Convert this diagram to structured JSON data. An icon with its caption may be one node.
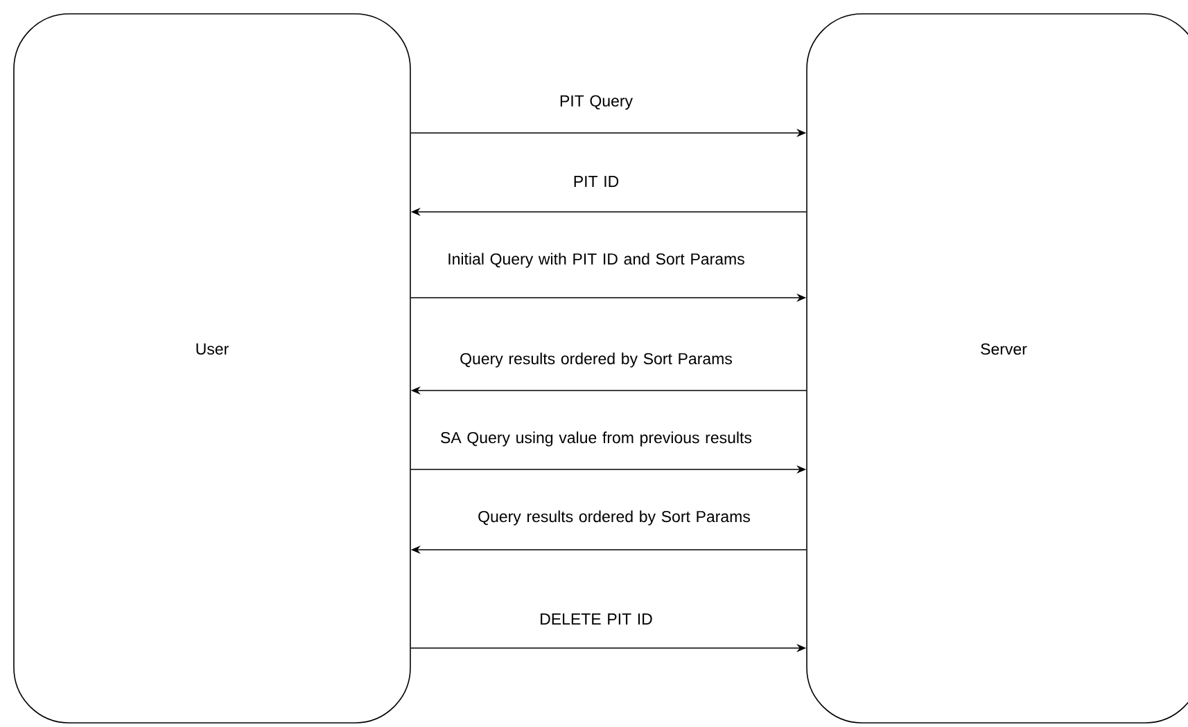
{
  "diagram": {
    "nodes": [
      {
        "text": [
          "User"
        ]
      },
      {
        "text": [
          "Server"
        ]
      }
    ],
    "edges": [
      {
        "from": 0,
        "to": 1,
        "arrow": "to",
        "label": "PIT Query"
      },
      {
        "from": 1,
        "to": 0,
        "arrow": "to",
        "label": "PIT ID"
      },
      {
        "from": 0,
        "to": 1,
        "arrow": "to",
        "label": "Initial Query with PIT ID and Sort Params"
      },
      {
        "from": 1,
        "to": 0,
        "arrow": "to",
        "label": "Query results ordered by Sort Params"
      },
      {
        "from": 0,
        "to": 1,
        "arrow": "to",
        "label": "SA Query using value from previous results"
      },
      {
        "from": 1,
        "to": 0,
        "arrow": "to",
        "label": "Query results ordered by Sort Params"
      },
      {
        "from": 0,
        "to": 1,
        "arrow": "to",
        "label": "DELETE PIT ID"
      }
    ]
  }
}
